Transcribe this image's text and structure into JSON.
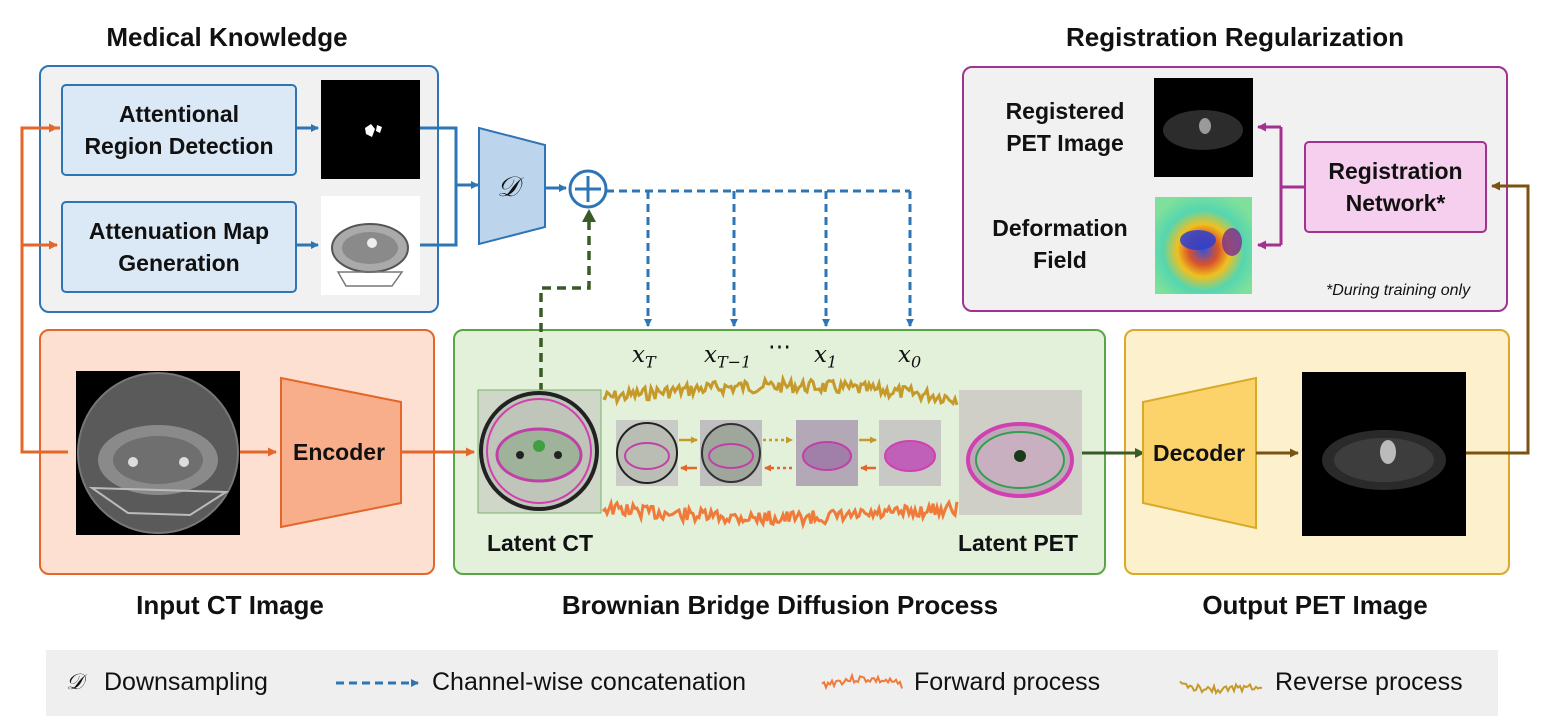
{
  "titles": {
    "medical_knowledge": "Medical Knowledge",
    "registration_regularization": "Registration Regularization",
    "input_ct": "Input CT Image",
    "bbdp": "Brownian Bridge Diffusion Process",
    "output_pet": "Output PET Image"
  },
  "medical_knowledge": {
    "attentional_region": "Attentional\nRegion Detection",
    "attenuation_map": "Attenuation Map\nGeneration",
    "downsampling_symbol": "𝒟"
  },
  "registration": {
    "registered_pet": "Registered\nPET Image",
    "deformation_field": "Deformation\nField",
    "network": "Registration\nNetwork*",
    "note": "*During training only"
  },
  "encoder_label": "Encoder",
  "decoder_label": "Decoder",
  "diffusion": {
    "steps": [
      "x_T",
      "x_{T−1}",
      "⋯",
      "x_1",
      "x_0"
    ],
    "latent_ct": "Latent CT",
    "latent_pet": "Latent PET"
  },
  "legend": {
    "d_symbol": "𝒟",
    "downsampling": "Downsampling",
    "concat": "Channel-wise concatenation",
    "forward": "Forward process",
    "reverse": "Reverse process"
  },
  "colors": {
    "blue": "#2e75b6",
    "orange": "#e3672a",
    "green_dark": "#3a5a26",
    "purple": "#a2318f",
    "brown": "#7a5312",
    "gold": "#c69a2a"
  }
}
